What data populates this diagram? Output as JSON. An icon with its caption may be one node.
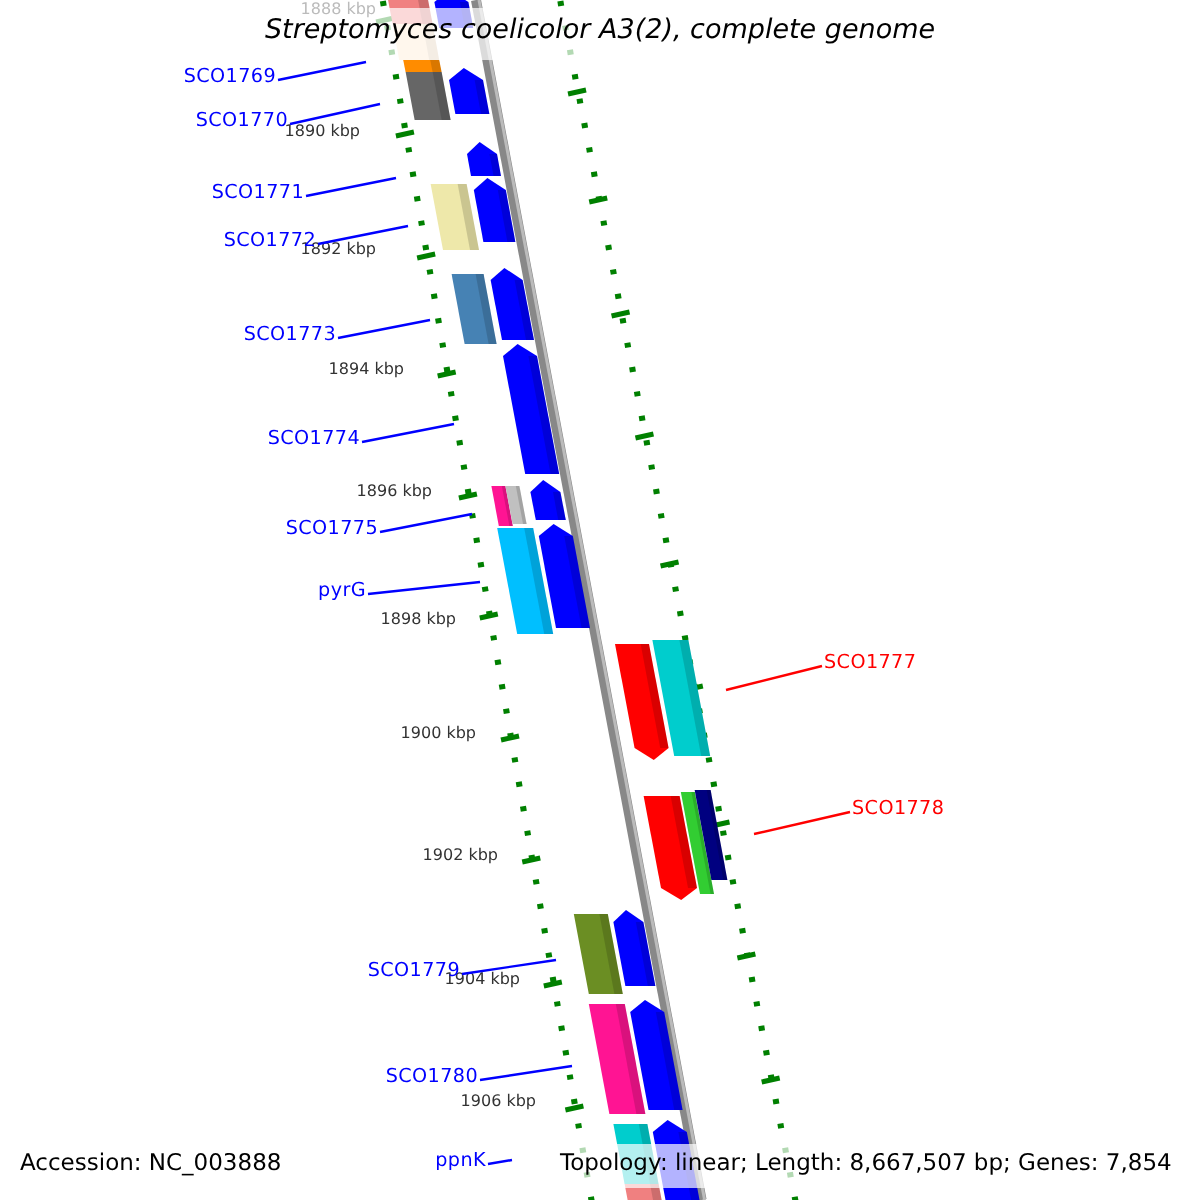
{
  "diagram": {
    "title": "Streptomyces coelicolor A3(2), complete genome",
    "nodes": [
      {
        "text": [
          "SCO1769"
        ]
      },
      {
        "text": [
          "SCO1770"
        ]
      },
      {
        "text": [
          "SCO1771"
        ]
      },
      {
        "text": [
          "SCO1772"
        ]
      },
      {
        "text": [
          "SCO1773"
        ]
      },
      {
        "text": [
          "SCO1774"
        ]
      },
      {
        "text": [
          "SCO1775"
        ]
      },
      {
        "text": [
          "pyrG"
        ]
      },
      {
        "text": [
          "SCO1777"
        ]
      },
      {
        "text": [
          "SCO1778"
        ]
      },
      {
        "text": [
          "SCO1779"
        ]
      },
      {
        "text": [
          "SCO1780"
        ]
      },
      {
        "text": [
          "ppnK"
        ]
      }
    ],
    "edges": [
      {
        "from": 0,
        "to": null,
        "arrow": "none"
      },
      {
        "from": 1,
        "to": null,
        "arrow": "none"
      },
      {
        "from": 2,
        "to": null,
        "arrow": "none"
      },
      {
        "from": 3,
        "to": null,
        "arrow": "none"
      },
      {
        "from": 4,
        "to": null,
        "arrow": "none"
      },
      {
        "from": 5,
        "to": null,
        "arrow": "none"
      },
      {
        "from": 6,
        "to": null,
        "arrow": "none"
      },
      {
        "from": 7,
        "to": null,
        "arrow": "none"
      },
      {
        "from": 8,
        "to": null,
        "arrow": "none",
        "color": "#ff0000"
      },
      {
        "from": 9,
        "to": null,
        "arrow": "none",
        "color": "#ff0000"
      },
      {
        "from": 10,
        "to": null,
        "arrow": "none"
      },
      {
        "from": 11,
        "to": null,
        "arrow": "none"
      },
      {
        "from": 12,
        "to": null,
        "arrow": "none"
      }
    ],
    "labels": [
      "1888 kbp",
      "1890 kbp",
      "1892 kbp",
      "1894 kbp",
      "1896 kbp",
      "1898 kbp",
      "1900 kbp",
      "1902 kbp",
      "1904 kbp",
      "1906 kbp",
      "Accession: NC_003888",
      "Topology: linear; Length: 8,667,507 bp; Genes: 7,854"
    ]
  }
}
